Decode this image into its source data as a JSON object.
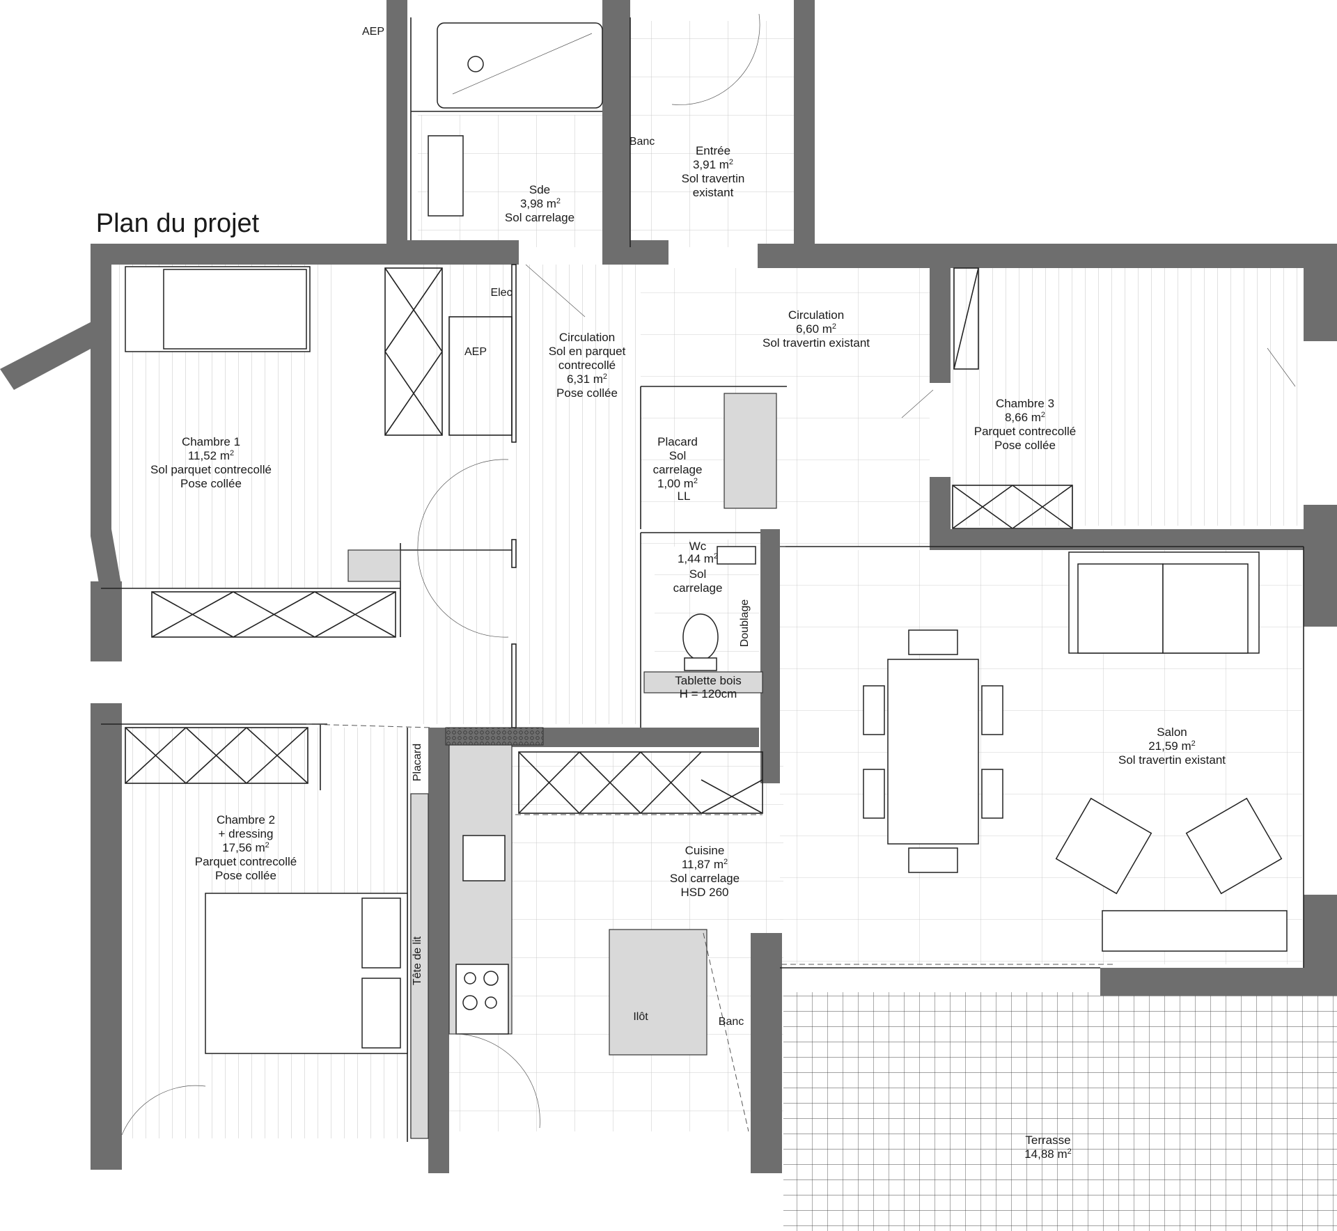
{
  "title": "Plan du projet",
  "rooms": {
    "sde": {
      "name": "Sde",
      "area": "3,98 m",
      "floor": "Sol carrelage"
    },
    "entree": {
      "name": "Entrée",
      "area": "3,91 m",
      "floor1": "Sol travertin",
      "floor2": "existant"
    },
    "banc_entree": "Banc",
    "aep_top": "AEP",
    "elec": "Elec",
    "aep": "AEP",
    "circ1": {
      "name": "Circulation",
      "floor1": "Sol en parquet",
      "floor2": "contrecollé",
      "area": "6,31 m",
      "pose": "Pose collée"
    },
    "circ2": {
      "name": "Circulation",
      "area": "6,60 m",
      "floor": "Sol travertin existant"
    },
    "chambre1": {
      "name": "Chambre 1",
      "area": "11,52 m",
      "floor": "Sol parquet contrecollé",
      "pose": "Pose collée"
    },
    "chambre3": {
      "name": "Chambre 3",
      "area": "8,66 m",
      "floor": "Parquet contrecollé",
      "pose": "Pose collée"
    },
    "placard": {
      "name": "Placard",
      "floor1": "Sol",
      "floor2": "carrelage",
      "area": "1,00 m",
      "ll": "LL"
    },
    "wc": {
      "name": "Wc",
      "area": "1,44 m",
      "floor1": "Sol",
      "floor2": "carrelage"
    },
    "doublage": "Doublage",
    "tablette": {
      "line1": "Tablette bois",
      "line2": "H = 120cm"
    },
    "salon": {
      "name": "Salon",
      "area": "21,59 m",
      "floor": "Sol travertin existant"
    },
    "chambre2": {
      "name": "Chambre 2",
      "sub": "+ dressing",
      "area": "17,56 m",
      "floor": "Parquet contrecollé",
      "pose": "Pose collée"
    },
    "placard2": "Placard",
    "tete_de_lit": "Tête de lit",
    "cuisine": {
      "name": "Cuisine",
      "area": "11,87 m",
      "floor": "Sol carrelage",
      "hsd": "HSD 260"
    },
    "ilot": "Ilôt",
    "banc_cuisine": "Banc",
    "terrasse": {
      "name": "Terrasse",
      "area": "14,88 m"
    },
    "sup2": "2"
  }
}
